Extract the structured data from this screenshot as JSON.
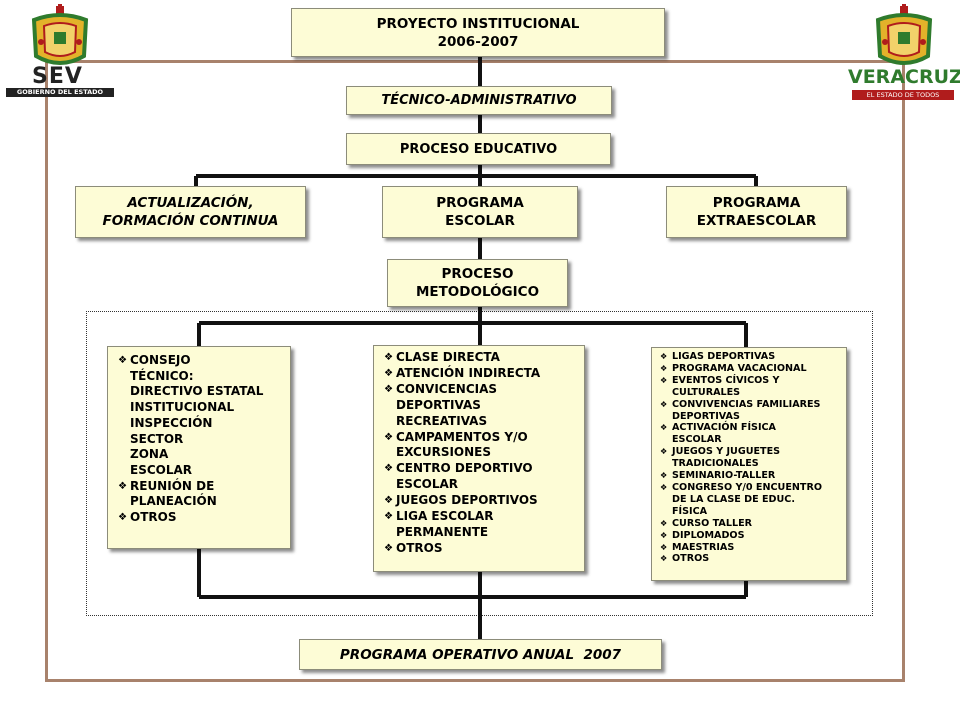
{
  "logos": {
    "left_text": "SEV",
    "left_subtext": "GOBIERNO DEL ESTADO",
    "right_text": "VERACRUZ",
    "right_subtext": "EL ESTADO DE TODOS",
    "accent_red": "#b01c1c",
    "accent_gold": "#e3b22a",
    "accent_green": "#2f7b2d"
  },
  "colors": {
    "box_fill": "#fdfcd6",
    "frame": "#a8826c",
    "connector": "#111111"
  },
  "diagram": {
    "proyecto": {
      "line1": "PROYECTO INSTITUCIONAL",
      "line2": "2006-2007"
    },
    "tecnico": "TÉCNICO-ADMINISTRATIVO",
    "proceso_educativo": "PROCESO EDUCATIVO",
    "actualizacion": {
      "line1": "ACTUALIZACIÓN,",
      "line2": "FORMACIÓN CONTINUA"
    },
    "programa_escolar": {
      "line1": "PROGRAMA",
      "line2": "ESCOLAR"
    },
    "programa_extraescolar": {
      "line1": "PROGRAMA",
      "line2": "EXTRAESCOLAR"
    },
    "proceso_metodologico": {
      "line1": "PROCESO",
      "line2": "METODOLÓGICO"
    },
    "poa": "PROGRAMA OPERATIVO ANUAL  2007"
  },
  "lists": {
    "left": [
      {
        "bullet": true,
        "text": " CONSEJO"
      },
      {
        "bullet": false,
        "text": "TÉCNICO:"
      },
      {
        "bullet": false,
        "text": "DIRECTIVO ESTATAL"
      },
      {
        "bullet": false,
        "text": "INSTITUCIONAL"
      },
      {
        "bullet": false,
        "text": "INSPECCIÓN"
      },
      {
        "bullet": false,
        "text": "SECTOR"
      },
      {
        "bullet": false,
        "text": "ZONA"
      },
      {
        "bullet": false,
        "text": "ESCOLAR"
      },
      {
        "bullet": true,
        "text": "REUNIÓN DE"
      },
      {
        "bullet": false,
        "text": "PLANEACIÓN"
      },
      {
        "bullet": true,
        "text": "OTROS"
      }
    ],
    "middle": [
      {
        "bullet": true,
        "text": "CLASE DIRECTA"
      },
      {
        "bullet": true,
        "text": "ATENCIÓN INDIRECTA"
      },
      {
        "bullet": true,
        "text": "CONVICENCIAS"
      },
      {
        "bullet": false,
        "text": "DEPORTIVAS"
      },
      {
        "bullet": false,
        "text": "RECREATIVAS"
      },
      {
        "bullet": true,
        "text": "CAMPAMENTOS Y/O"
      },
      {
        "bullet": false,
        "text": "EXCURSIONES"
      },
      {
        "bullet": true,
        "text": "CENTRO DEPORTIVO"
      },
      {
        "bullet": false,
        "text": "ESCOLAR"
      },
      {
        "bullet": true,
        "text": "JUEGOS DEPORTIVOS"
      },
      {
        "bullet": true,
        "text": "LIGA ESCOLAR"
      },
      {
        "bullet": false,
        "text": "PERMANENTE"
      },
      {
        "bullet": true,
        "text": "OTROS"
      }
    ],
    "right": [
      {
        "bullet": true,
        "text": "LIGAS DEPORTIVAS"
      },
      {
        "bullet": true,
        "text": "PROGRAMA VACACIONAL"
      },
      {
        "bullet": true,
        "text": "EVENTOS CÍVICOS Y"
      },
      {
        "bullet": false,
        "text": "CULTURALES"
      },
      {
        "bullet": true,
        "text": "CONVIVENCIAS FAMILIARES"
      },
      {
        "bullet": false,
        "text": "DEPORTIVAS"
      },
      {
        "bullet": true,
        "text": "ACTIVACIÓN FÍSICA"
      },
      {
        "bullet": false,
        "text": "ESCOLAR"
      },
      {
        "bullet": true,
        "text": "JUEGOS Y JUGUETES"
      },
      {
        "bullet": false,
        "text": "TRADICIONALES"
      },
      {
        "bullet": true,
        "text": "SEMINARIO-TALLER"
      },
      {
        "bullet": true,
        "text": "CONGRESO Y/0 ENCUENTRO"
      },
      {
        "bullet": false,
        "text": "DE LA CLASE DE EDUC."
      },
      {
        "bullet": false,
        "text": "FÍSICA"
      },
      {
        "bullet": true,
        "text": "CURSO TALLER"
      },
      {
        "bullet": true,
        "text": "DIPLOMADOS"
      },
      {
        "bullet": true,
        "text": "MAESTRIAS"
      },
      {
        "bullet": true,
        "text": "OTROS"
      }
    ]
  }
}
